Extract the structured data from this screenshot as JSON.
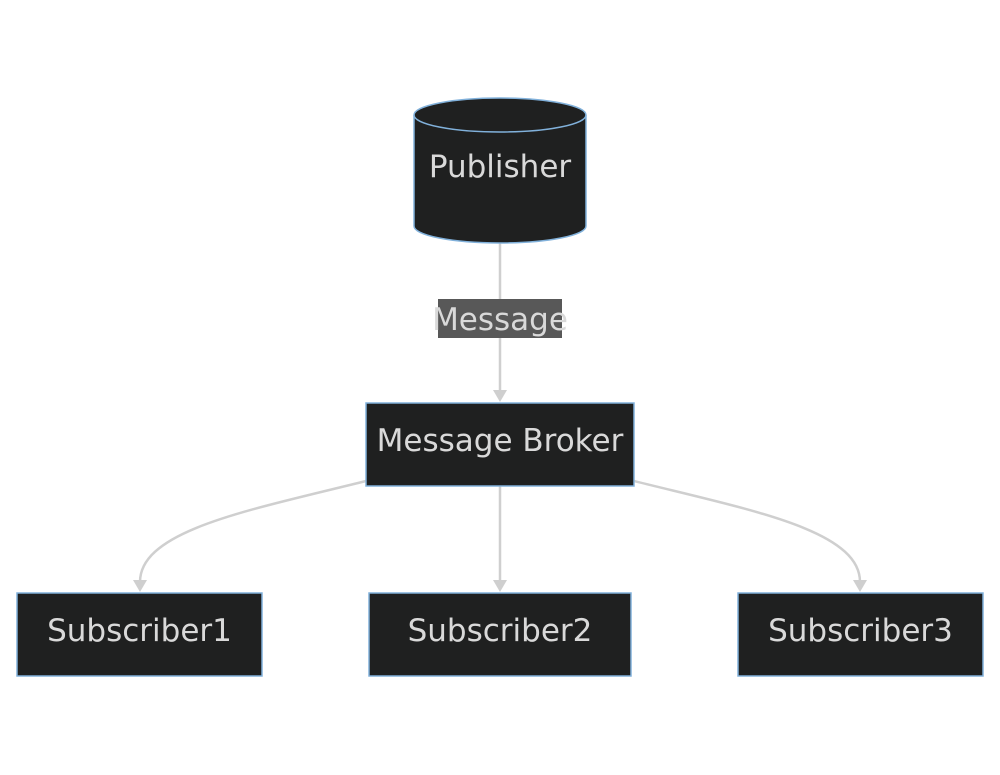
{
  "diagram": {
    "nodes": {
      "publisher": {
        "label": "Publisher",
        "shape": "cylinder"
      },
      "broker": {
        "label": "Message Broker",
        "shape": "rectangle"
      },
      "subscriber1": {
        "label": "Subscriber1",
        "shape": "rectangle"
      },
      "subscriber2": {
        "label": "Subscriber2",
        "shape": "rectangle"
      },
      "subscriber3": {
        "label": "Subscriber3",
        "shape": "rectangle"
      }
    },
    "edges": [
      {
        "from": "publisher",
        "to": "broker",
        "label": "Message"
      },
      {
        "from": "broker",
        "to": "subscriber1",
        "label": ""
      },
      {
        "from": "broker",
        "to": "subscriber2",
        "label": ""
      },
      {
        "from": "broker",
        "to": "subscriber3",
        "label": ""
      }
    ],
    "colors": {
      "node_fill": "#1f2020",
      "node_stroke": "#81b1db",
      "edge": "#cfcfcf",
      "text": "#d9d9d9",
      "edge_label_bg": "#585858"
    }
  }
}
